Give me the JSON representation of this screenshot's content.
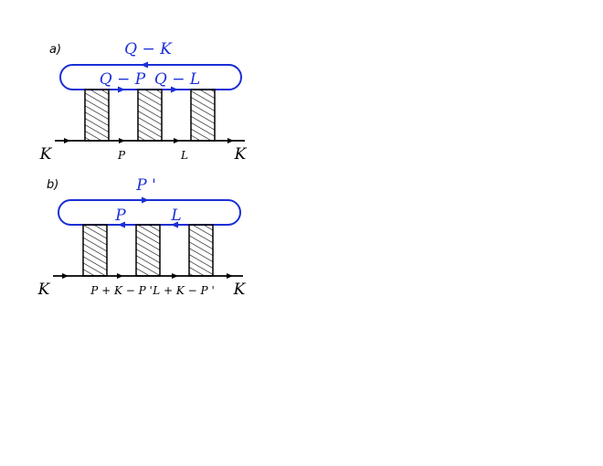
{
  "colors": {
    "loop": "#1a2fd6",
    "line": "#000000",
    "hatch": "#000000"
  },
  "diagrams": [
    {
      "panel_label": "a)",
      "loop_top_label": "Q − K",
      "loop_left_label": "Q − P",
      "loop_right_label": "Q − L",
      "line_left_label": "K",
      "line_right_label": "K",
      "line_mid1_label": "P",
      "line_mid2_label": "L",
      "loop_top_arrow": "left",
      "loop_bottom_arrow": "right"
    },
    {
      "panel_label": "b)",
      "loop_top_label": "P '",
      "loop_left_label": "P",
      "loop_right_label": "L",
      "line_left_label": "K",
      "line_right_label": "K",
      "line_mid1_label": "P + K − P '",
      "line_mid2_label": "L + K − P '",
      "loop_top_arrow": "right",
      "loop_bottom_arrow": "left"
    }
  ]
}
